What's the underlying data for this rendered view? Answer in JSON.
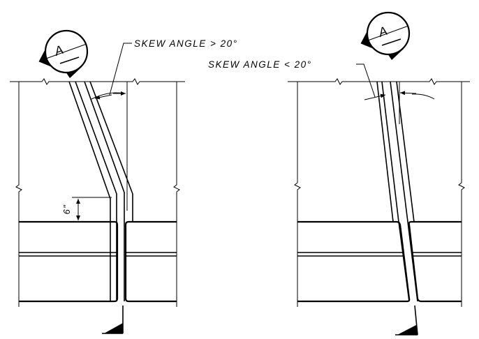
{
  "left_detail": {
    "section_marker": {
      "letter": "A"
    },
    "skew_note": "SKEW ANGLE > 20°",
    "offset_dimension": "6\""
  },
  "right_detail": {
    "section_marker": {
      "letter": "A"
    },
    "skew_note": "SKEW ANGLE < 20°"
  },
  "colors": {
    "line": "#000000",
    "background": "#ffffff"
  },
  "icons": [
    "section-marker-icon",
    "break-line-icon",
    "dimension-arrow-icon",
    "section-cut-arrow-icon"
  ]
}
